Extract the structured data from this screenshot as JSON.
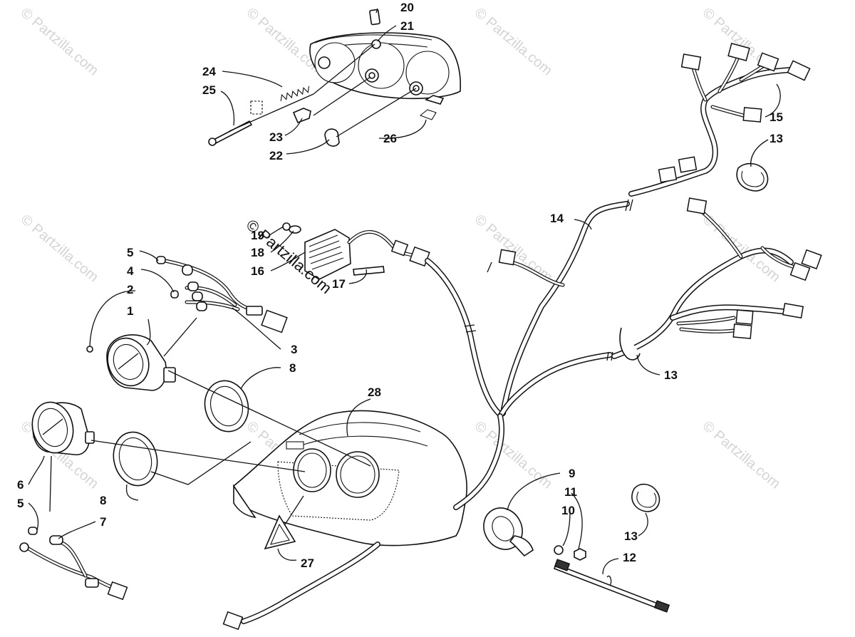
{
  "watermark": "© Partzilla.com",
  "callouts": [
    {
      "id": "c1",
      "label": "1"
    },
    {
      "id": "c2",
      "label": "2"
    },
    {
      "id": "c3",
      "label": "3"
    },
    {
      "id": "c4",
      "label": "4"
    },
    {
      "id": "c5a",
      "label": "5"
    },
    {
      "id": "c5b",
      "label": "5"
    },
    {
      "id": "c6",
      "label": "6"
    },
    {
      "id": "c7",
      "label": "7"
    },
    {
      "id": "c8a",
      "label": "8"
    },
    {
      "id": "c8b",
      "label": "8"
    },
    {
      "id": "c9",
      "label": "9"
    },
    {
      "id": "c10",
      "label": "10"
    },
    {
      "id": "c11",
      "label": "11"
    },
    {
      "id": "c12",
      "label": "12"
    },
    {
      "id": "c13a",
      "label": "13"
    },
    {
      "id": "c13b",
      "label": "13"
    },
    {
      "id": "c13c",
      "label": "13"
    },
    {
      "id": "c14",
      "label": "14"
    },
    {
      "id": "c15",
      "label": "15"
    },
    {
      "id": "c16",
      "label": "16"
    },
    {
      "id": "c17",
      "label": "17"
    },
    {
      "id": "c18",
      "label": "18"
    },
    {
      "id": "c19",
      "label": "19"
    },
    {
      "id": "c20",
      "label": "20"
    },
    {
      "id": "c21",
      "label": "21"
    },
    {
      "id": "c22",
      "label": "22"
    },
    {
      "id": "c23",
      "label": "23"
    },
    {
      "id": "c24",
      "label": "24"
    },
    {
      "id": "c25",
      "label": "25"
    },
    {
      "id": "c26",
      "label": "26"
    },
    {
      "id": "c27",
      "label": "27"
    },
    {
      "id": "c28",
      "label": "28"
    }
  ]
}
